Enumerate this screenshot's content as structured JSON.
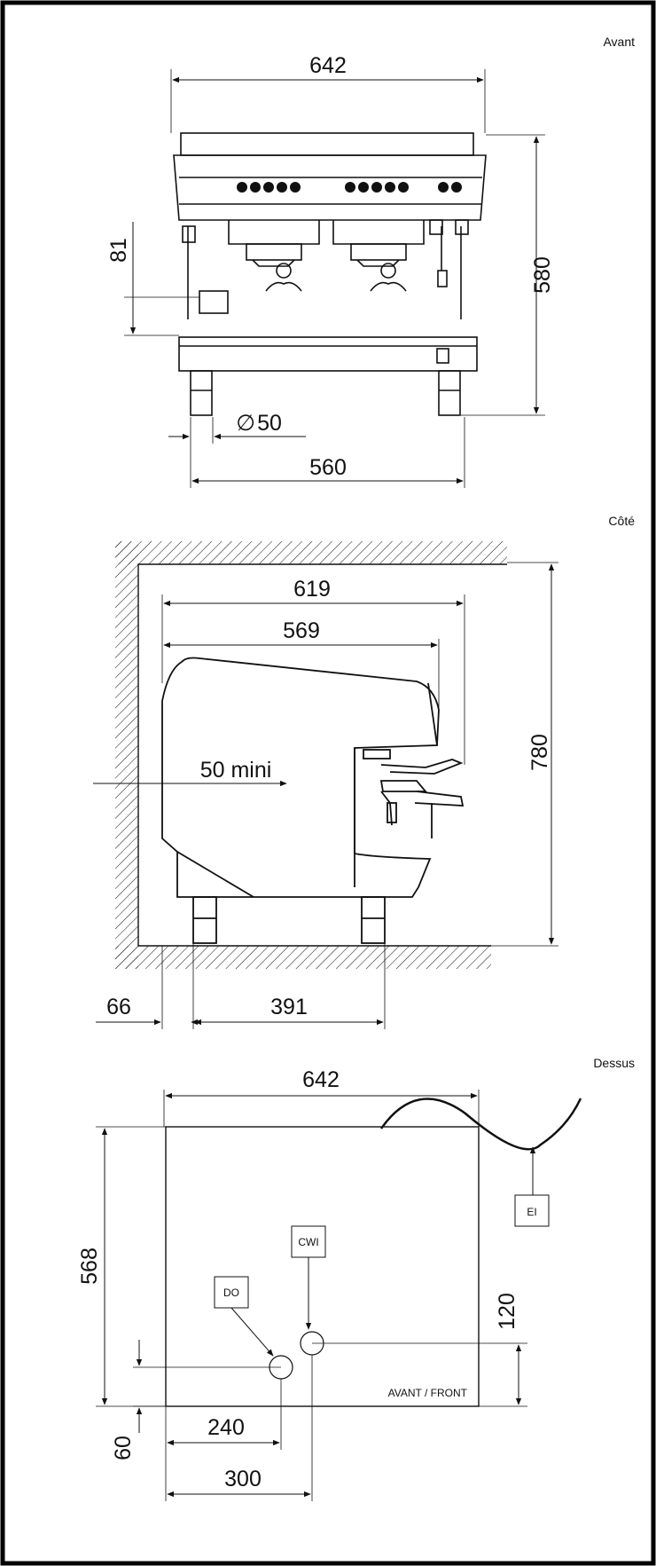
{
  "views": {
    "front": "Avant",
    "side": "Côté",
    "top": "Dessus"
  },
  "front_view": {
    "width": "642",
    "height": "580",
    "drip_height": "81",
    "foot_diameter_symbol": "∅",
    "foot_diameter": "50",
    "foot_span": "560"
  },
  "side_view": {
    "depth": "619",
    "body_depth": "569",
    "clearance": "50 mini",
    "min_height": "780",
    "wall_offset": "66",
    "foot_span": "391"
  },
  "top_view": {
    "width": "642",
    "depth": "568",
    "front_label": "AVANT / FRONT",
    "ei_label": "EI",
    "cwi_label": "CWI",
    "do_label": "DO",
    "cwi_offset_front": "120",
    "do_offset_front": "60",
    "do_offset_side": "240",
    "cwi_offset_side": "300"
  }
}
